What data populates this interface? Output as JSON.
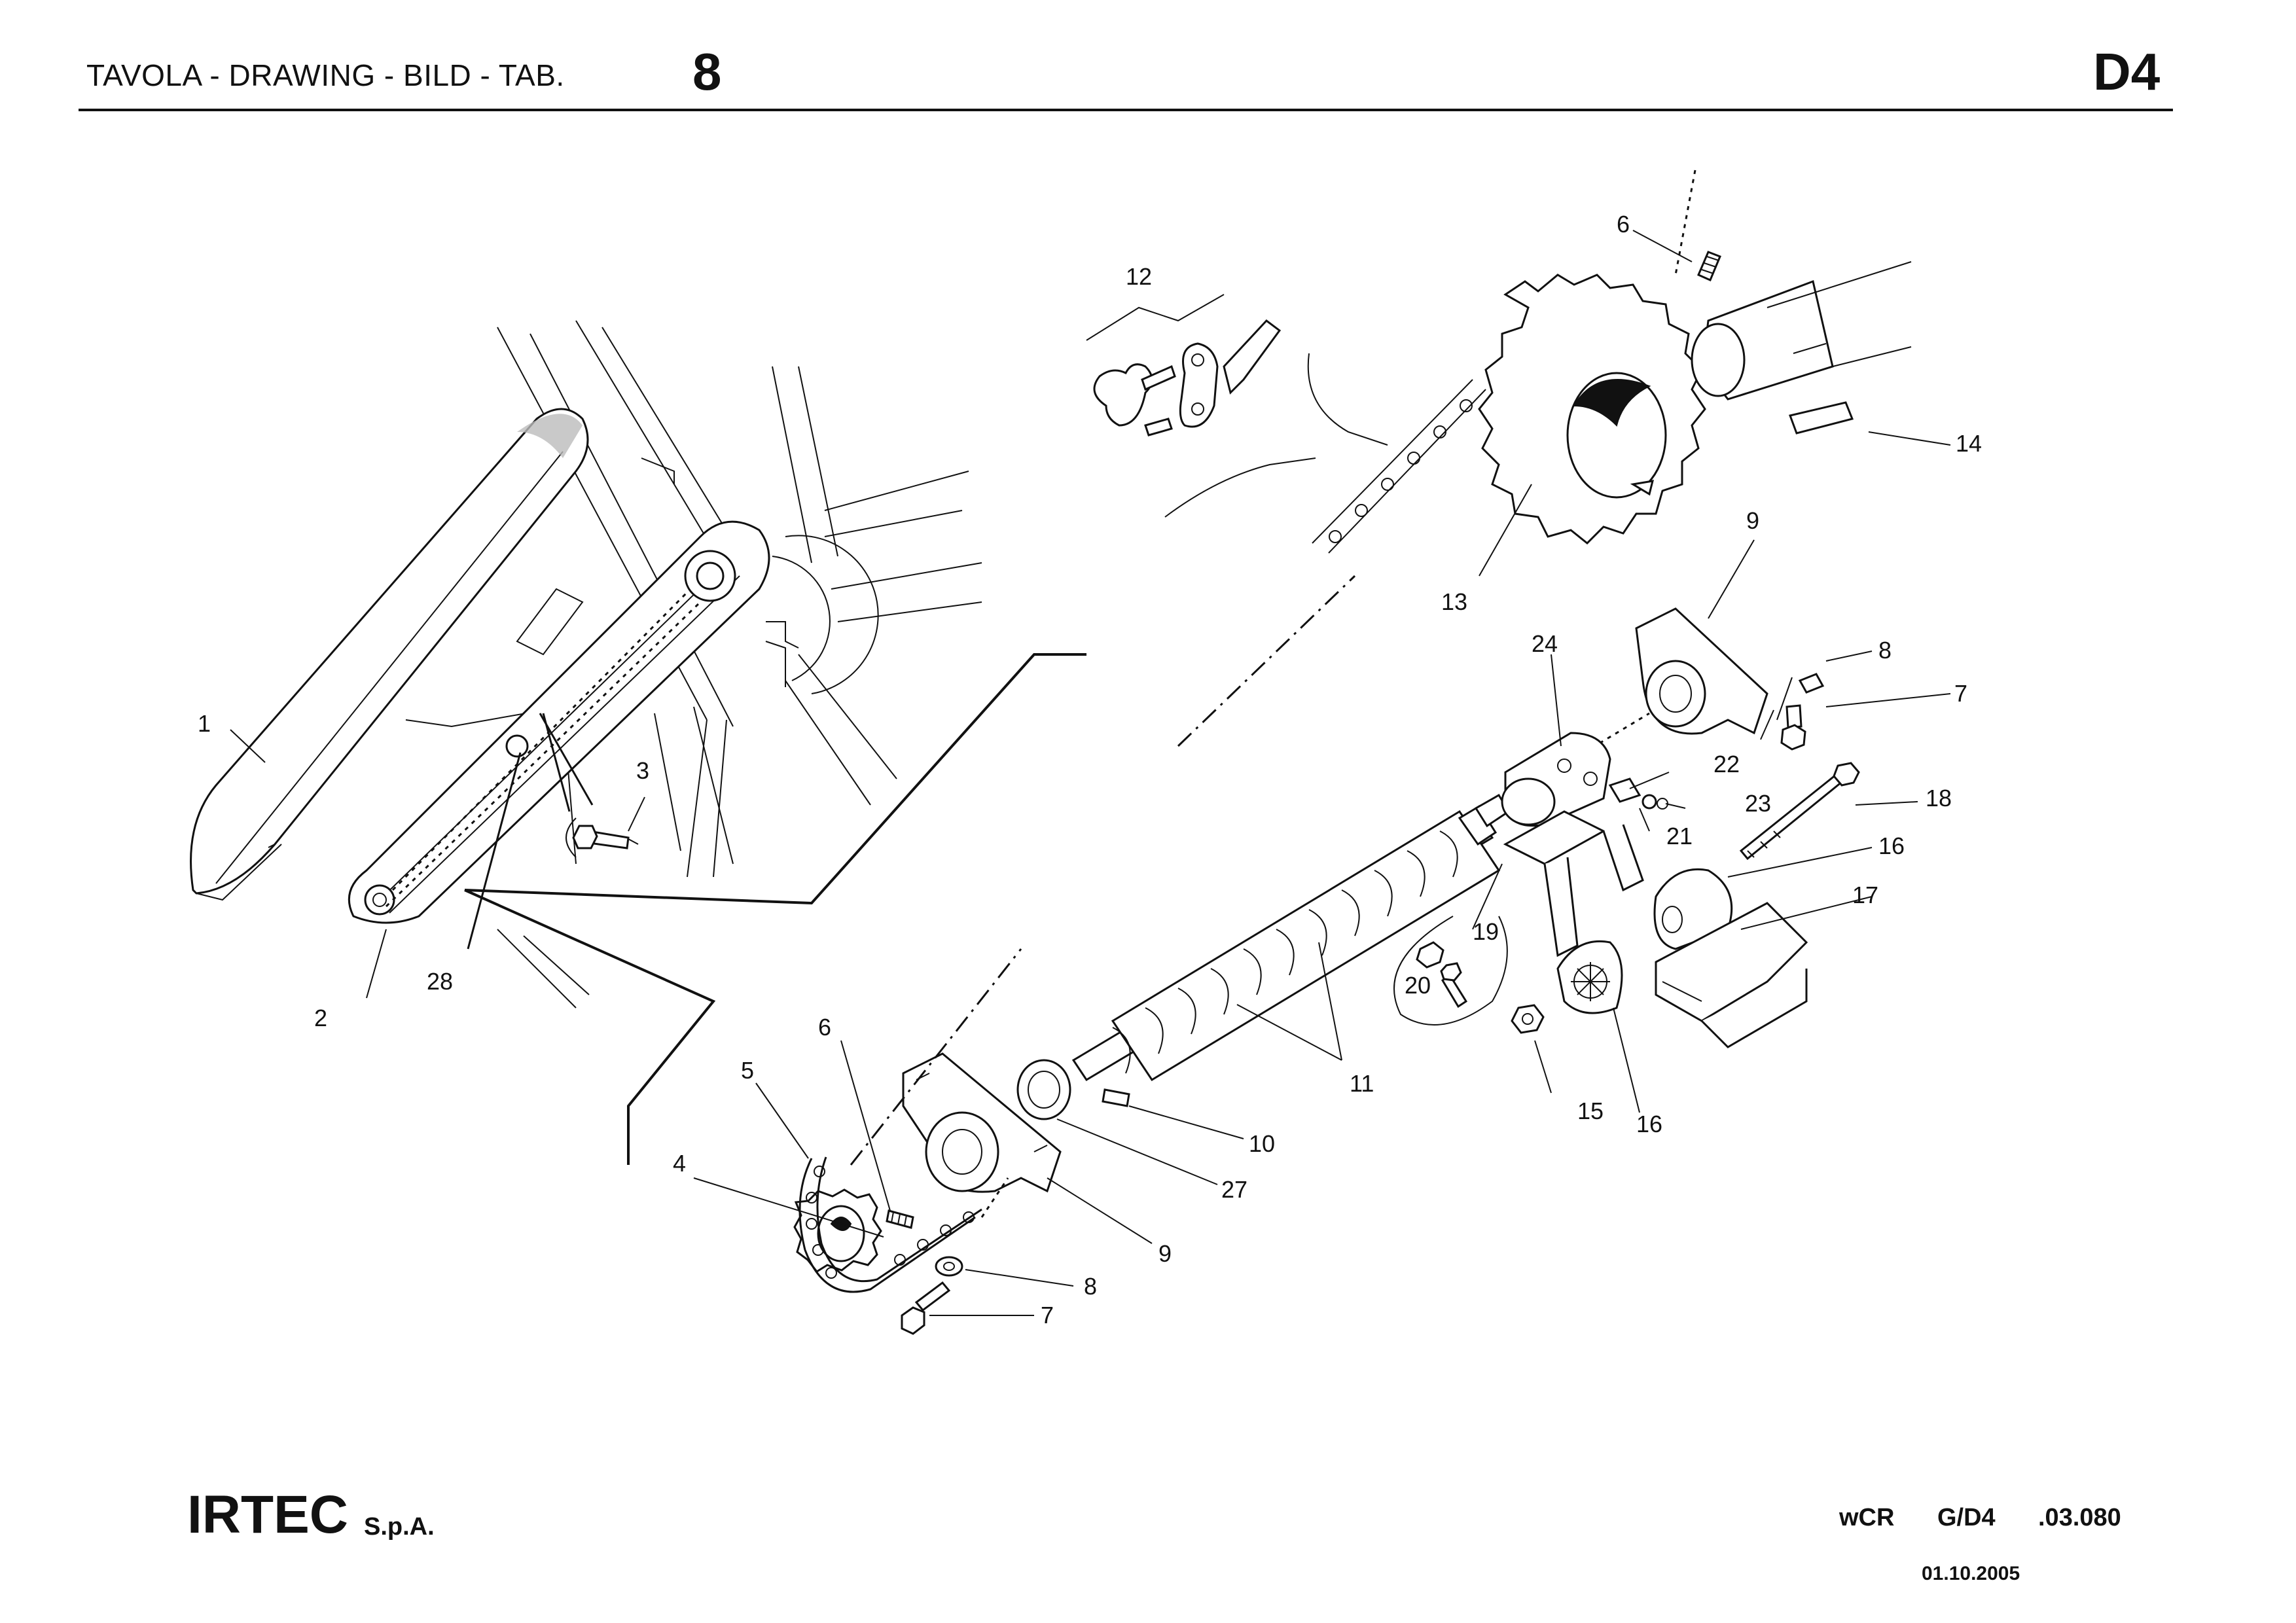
{
  "header": {
    "title": "TAVOLA - DRAWING - BILD - TAB.",
    "table_number": "8",
    "table_code": "D4"
  },
  "callouts": [
    {
      "id": "c1",
      "label": "1"
    },
    {
      "id": "c2",
      "label": "2"
    },
    {
      "id": "c3",
      "label": "3"
    },
    {
      "id": "c28",
      "label": "28"
    },
    {
      "id": "c5",
      "label": "5"
    },
    {
      "id": "c6b",
      "label": "6"
    },
    {
      "id": "c4",
      "label": "4"
    },
    {
      "id": "c9b",
      "label": "9"
    },
    {
      "id": "c8b",
      "label": "8"
    },
    {
      "id": "c7b",
      "label": "7"
    },
    {
      "id": "c27",
      "label": "27"
    },
    {
      "id": "c10",
      "label": "10"
    },
    {
      "id": "c11",
      "label": "11"
    },
    {
      "id": "c12",
      "label": "12"
    },
    {
      "id": "c13",
      "label": "13"
    },
    {
      "id": "c6t",
      "label": "6"
    },
    {
      "id": "c14",
      "label": "14"
    },
    {
      "id": "c9t",
      "label": "9"
    },
    {
      "id": "c8t",
      "label": "8"
    },
    {
      "id": "c7t",
      "label": "7"
    },
    {
      "id": "c24",
      "label": "24"
    },
    {
      "id": "c22",
      "label": "22"
    },
    {
      "id": "c23",
      "label": "23"
    },
    {
      "id": "c21",
      "label": "21"
    },
    {
      "id": "c18",
      "label": "18"
    },
    {
      "id": "c16t",
      "label": "16"
    },
    {
      "id": "c17",
      "label": "17"
    },
    {
      "id": "c19",
      "label": "19"
    },
    {
      "id": "c20",
      "label": "20"
    },
    {
      "id": "c15",
      "label": "15"
    },
    {
      "id": "c16b",
      "label": "16"
    }
  ],
  "footer": {
    "brand": "IRTEC",
    "brand_suffix": "S.p.A.",
    "ref_1": "wCR",
    "ref_2": "G/D4",
    "ref_3": ".03.080",
    "date": "01.10.2005"
  }
}
